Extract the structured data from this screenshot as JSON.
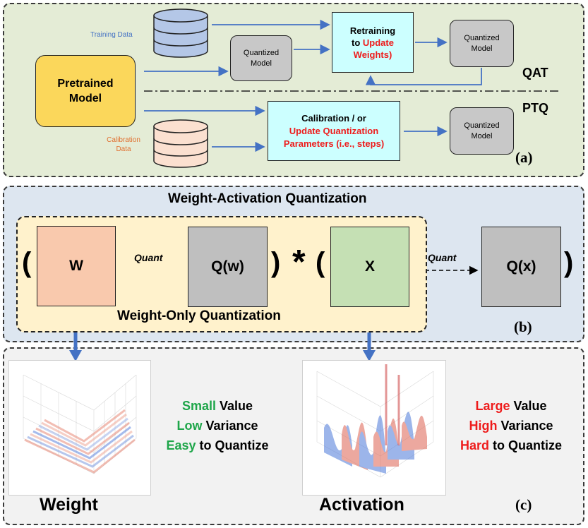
{
  "panel_a": {
    "training_data": "Training Data",
    "calibration_data_1": "Calibration",
    "calibration_data_2": "Data",
    "pretrained_1": "Pretrained",
    "pretrained_2": "Model",
    "quantized_1": "Quantized",
    "quantized_2": "Model",
    "retrain_1": "Retraining",
    "retrain_2a": "to ",
    "retrain_2b": "Update",
    "retrain_3": "Weights)",
    "calib_1": "Calibration / or",
    "calib_2": "Update Quantization",
    "calib_3": "Parameters (i.e., steps)",
    "qat": "QAT",
    "ptq": "PTQ",
    "tag": "(a)"
  },
  "panel_b": {
    "title": "Weight-Activation Quantization",
    "subtitle": "Weight-Only Quantization",
    "w": "W",
    "qw": "Q(w)",
    "x": "X",
    "qx": "Q(x)",
    "quant": "Quant",
    "mult": "*",
    "lparen": "(",
    "rparen": ")",
    "tag": "(b)"
  },
  "panel_c": {
    "weight_label": "Weight",
    "activation_label": "Activation",
    "w_line1a": "Small",
    "w_line1b": " Value",
    "w_line2a": "Low",
    "w_line2b": " Variance",
    "w_line3a": "Easy",
    "w_line3b": " to Quantize",
    "a_line1a": "Large",
    "a_line1b": " Value",
    "a_line2a": "High",
    "a_line2b": " Variance",
    "a_line3a": "Hard",
    "a_line3b": " to Quantize",
    "tag": "(c)"
  },
  "colors": {
    "panel_a_bg": "#e4ecd6",
    "panel_b_bg": "#dde6f0",
    "panel_c_bg": "#f2f2f2",
    "pretrained": "#fbd75b",
    "quantized": "#c8c8c8",
    "cyan_box": "#ccffff",
    "weight_box": "#f9c9ad",
    "activation_box": "#c5e0b4",
    "quant_box": "#bfbfbf",
    "arrow": "#4472c4",
    "red": "#ee1c1c",
    "green": "#1fa64a"
  }
}
